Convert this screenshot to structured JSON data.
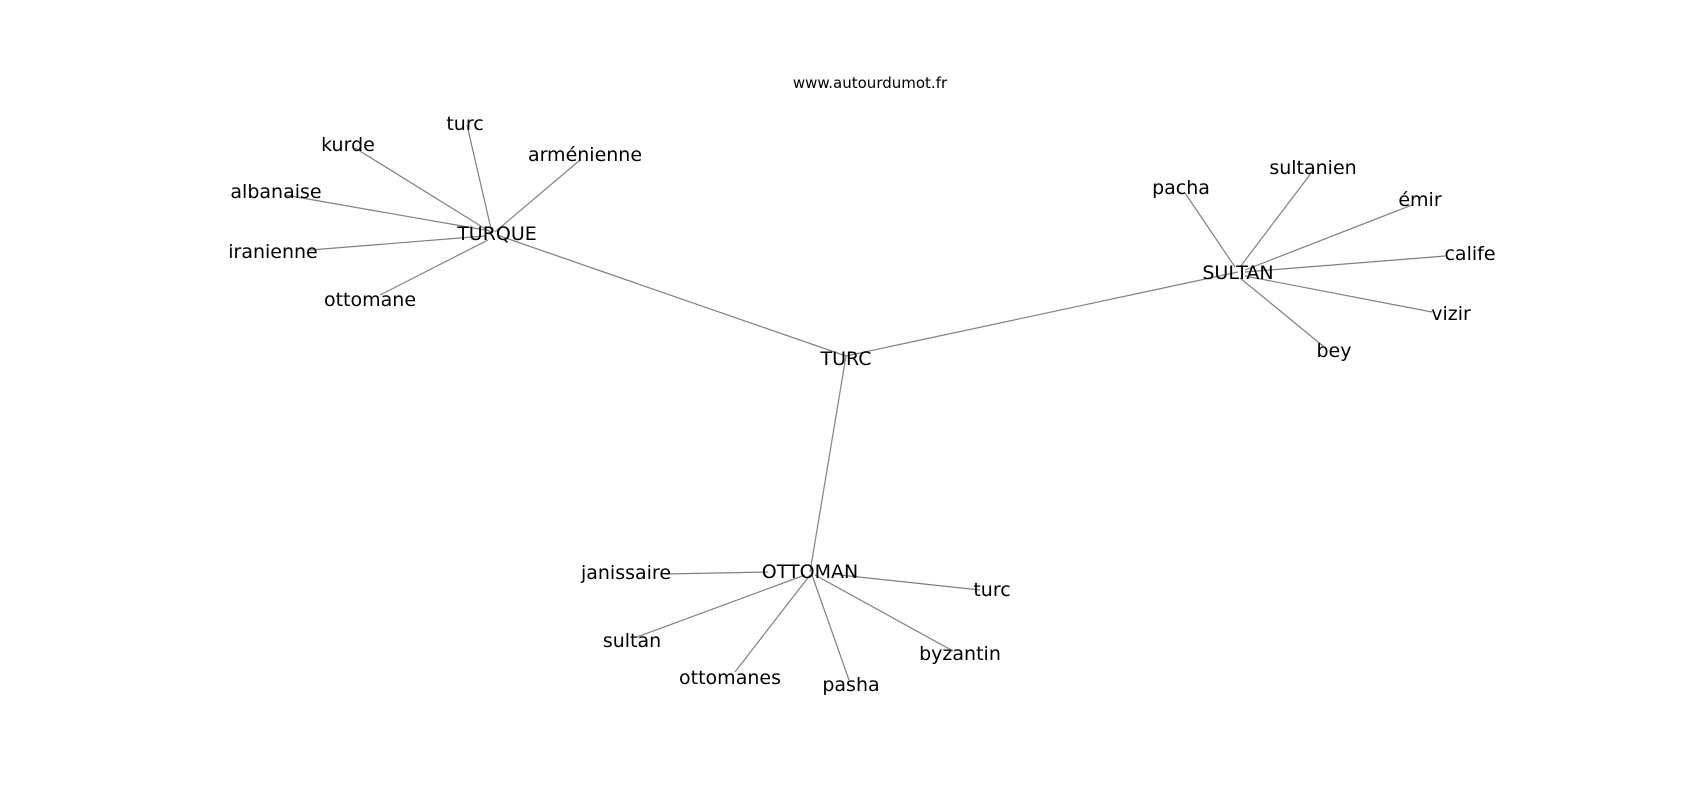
{
  "source": "www.autourdumot.fr",
  "graph": {
    "center": "TURC",
    "clusters": [
      {
        "hub": "TURQUE",
        "words": [
          "turc",
          "kurde",
          "arménienne",
          "albanaise",
          "iranienne",
          "ottomane"
        ]
      },
      {
        "hub": "SULTAN",
        "words": [
          "pacha",
          "sultanien",
          "émir",
          "calife",
          "vizir",
          "bey"
        ]
      },
      {
        "hub": "OTTOMAN",
        "words": [
          "janissaire",
          "turc",
          "sultan",
          "ottomanes",
          "pasha",
          "byzantin"
        ]
      }
    ]
  },
  "colors": {
    "edge": "#808080",
    "text": "#000000",
    "background": "#ffffff"
  }
}
